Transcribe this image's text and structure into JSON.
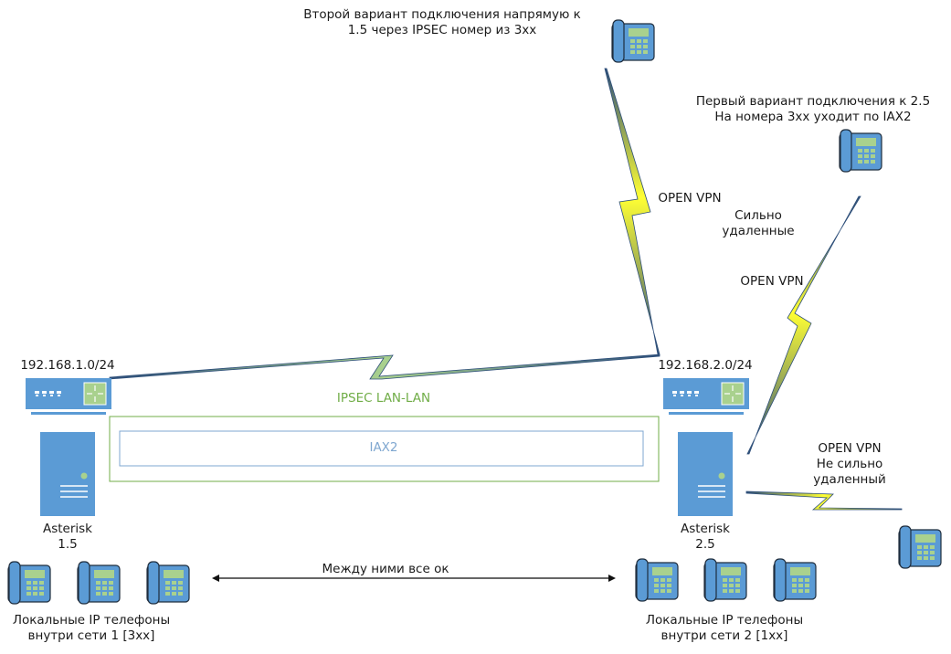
{
  "diagram": {
    "title_alt_connection": [
      "Второй вариант подключения напрямую к",
      "1.5 через IPSEC номер из 3xx"
    ],
    "title_first_connection": [
      "Первый вариант подключения к 2.5",
      "На номера 3xx уходит по IAX2"
    ],
    "openvpn_label": "OPEN VPN",
    "openvpn_label_2": "OPEN VPN",
    "far_label": [
      "Сильно",
      "удаленные"
    ],
    "near_label": [
      "OPEN VPN",
      "Не сильно",
      "удаленный"
    ],
    "network1": "192.168.1.0/24",
    "network2": "192.168.2.0/24",
    "ipsec_label": "IPSEC LAN-LAN",
    "iax2_label": "IAX2",
    "asterisk1": [
      "Asterisk",
      "1.5"
    ],
    "asterisk2": [
      "Asterisk",
      "2.5"
    ],
    "between_label": "Между ними все ок",
    "local_phones1": [
      "Локальные IP телефоны",
      "внутри сети 1 [3xx]"
    ],
    "local_phones2": [
      "Локальные IP телефоны",
      "внутри сети 2 [1xx]"
    ],
    "colors": {
      "device_blue": "#5b9bd5",
      "device_dark": "#2e5d8a",
      "accent_green": "#a9d18e",
      "ipsec_green": "#70ad47",
      "iax_blue": "#7fa7d0",
      "bolt_yellow": "#ffff33"
    }
  }
}
